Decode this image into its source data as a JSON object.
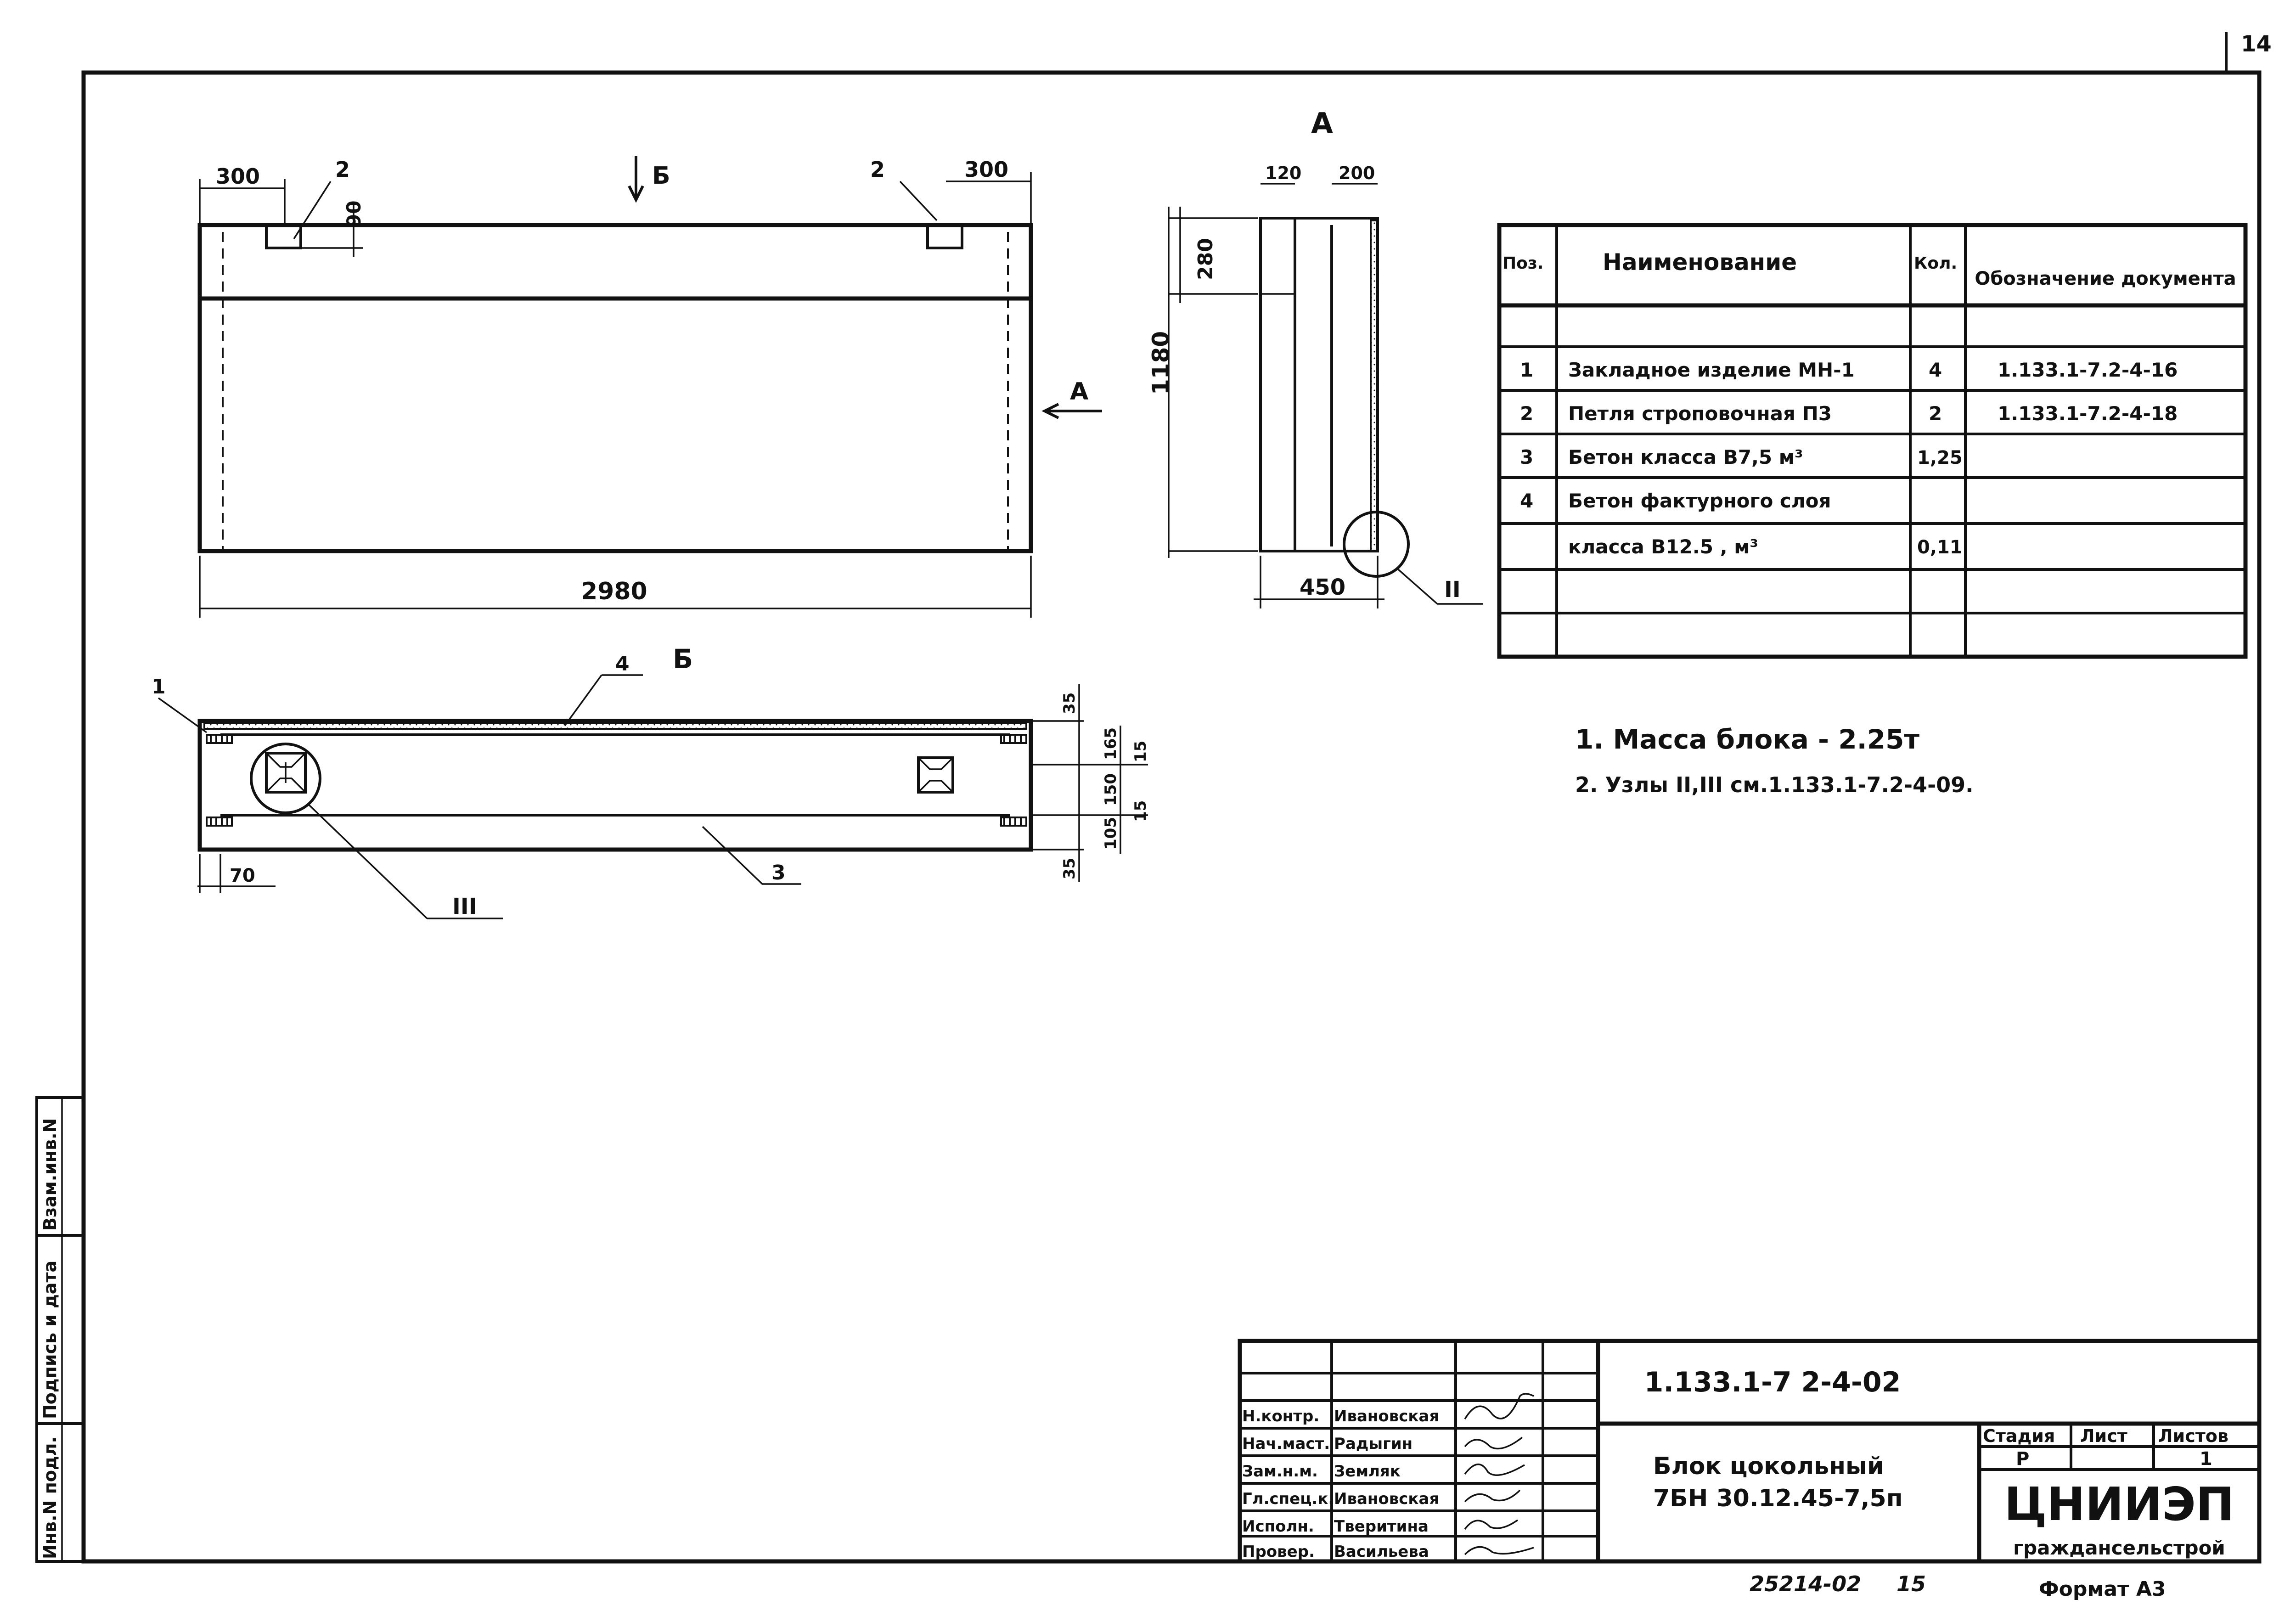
{
  "sheet": {
    "page_number": "14"
  },
  "view_a": {
    "title": "А"
  },
  "front_view": {
    "dim_left_300": "300",
    "dim_right_300": "300",
    "label_loop_left": "2",
    "label_loop_right": "2",
    "dim_90": "90",
    "dim_2980": "2980",
    "dim_1180": "1180",
    "arrow_b": "Б",
    "arrow_a": "А"
  },
  "side_view": {
    "dim_120": "120",
    "dim_200": "200",
    "dim_280": "280",
    "dim_450": "450",
    "node_ii": "II"
  },
  "plan_view": {
    "title": "Б",
    "label_1": "1",
    "label_3": "3",
    "label_4": "4",
    "node_iii": "III",
    "dim_70": "70",
    "dim_35_top": "35",
    "dim_165": "165",
    "dim_15_top": "15",
    "dim_150": "150",
    "dim_15_bottom": "15",
    "dim_105": "105",
    "dim_35_bottom": "35"
  },
  "spec_table": {
    "headers": {
      "pos": "Поз.",
      "name": "Наименование",
      "qty": "Кол.",
      "doc": "Обозначение документа"
    },
    "rows": [
      {
        "pos": "",
        "name": "",
        "qty": "",
        "doc": ""
      },
      {
        "pos": "1",
        "name": "Закладное изделие МН-1",
        "qty": "4",
        "doc": "1.133.1-7.2-4-16"
      },
      {
        "pos": "2",
        "name": "Петля строповочная П3",
        "qty": "2",
        "doc": "1.133.1-7.2-4-18"
      },
      {
        "pos": "3",
        "name": "Бетон класса В7,5 м³",
        "qty": "1,25",
        "doc": ""
      },
      {
        "pos": "4",
        "name": "Бетон фактурного слоя",
        "qty": "",
        "doc": ""
      },
      {
        "pos": "",
        "name": "класса В12.5 , м³",
        "qty": "0,11",
        "doc": ""
      },
      {
        "pos": "",
        "name": "",
        "qty": "",
        "doc": ""
      },
      {
        "pos": "",
        "name": "",
        "qty": "",
        "doc": ""
      }
    ]
  },
  "notes": [
    "1. Масса блока - 2.25т",
    "2. Узлы II,III см.1.133.1-7.2-4-09."
  ],
  "left_strip": {
    "inv_podl": "Инв.N подл.",
    "podpis": "Подпись и дата",
    "vzam": "Взам.инв.N"
  },
  "title_block": {
    "doc_code": "1.133.1-7 2-4-02",
    "name_line1": "Блок цокольный",
    "name_line2": "7БН 30.12.45-7,5п",
    "stage_header": "Стадия",
    "sheet_header": "Лист",
    "sheets_header": "Листов",
    "stage_value": "Р",
    "sheets_value": "1",
    "org_name": "ЦНИИЭП",
    "org_sub": "граждансельстрой",
    "signers": [
      {
        "role": "Н.контр.",
        "name": "Ивановская"
      },
      {
        "role": "Нач.маст.",
        "name": "Радыгин"
      },
      {
        "role": "Зам.н.м.",
        "name": "Земляк"
      },
      {
        "role": "Гл.спец.к.",
        "name": "Ивановская"
      },
      {
        "role": "Исполн.",
        "name": "Тверитина"
      },
      {
        "role": "Провер.",
        "name": "Васильева"
      }
    ]
  },
  "footer": {
    "archive_no": "25214-02",
    "archive_page": "15",
    "format": "Формат А3"
  }
}
